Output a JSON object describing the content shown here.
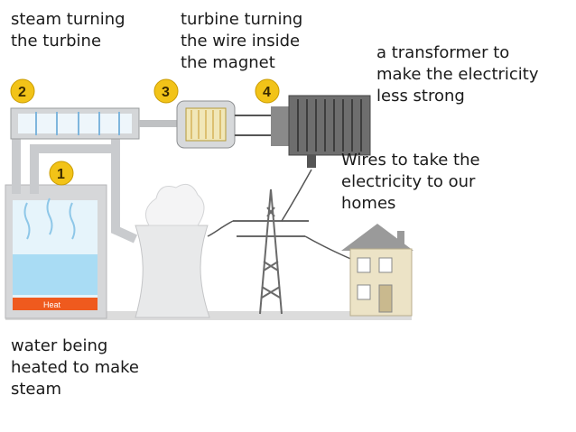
{
  "labels": {
    "steam_turbine": "steam turning\nthe turbine",
    "turbine_wire": "turbine turning\nthe wire inside\nthe magnet",
    "transformer": "a transformer to\nmake the electricity\nless strong",
    "wires": "Wires to take the\nelectricity to our\nhomes",
    "water": "water being\nheated to make\nsteam"
  },
  "markers": {
    "m1": "1",
    "m2": "2",
    "m3": "3",
    "m4": "4"
  },
  "boiler": {
    "heat_label": "Heat"
  },
  "colors": {
    "marker_fill": "#f2c318",
    "pipe": "#c9cbce",
    "water": "#a9dcf4",
    "heat": "#ef5a1e",
    "transformer": "#6e6e6e",
    "house_roof": "#9a9a9a"
  }
}
